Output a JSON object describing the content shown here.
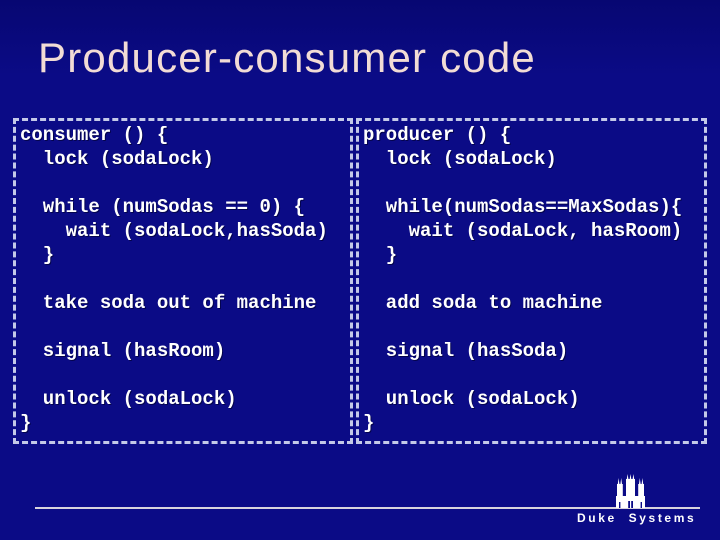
{
  "slide": {
    "title": "Producer-consumer code"
  },
  "colors": {
    "background": "#0b0b86",
    "title_text": "#f2dcd5",
    "code_text": "#ffffff",
    "box_border": "#c4c9e8",
    "footer_line": "#d8d3dc",
    "footer_text": "#ffffff"
  },
  "code_boxes": {
    "consumer": {
      "code": "consumer () {\n  lock (sodaLock)\n\n  while (numSodas == 0) {\n    wait (sodaLock,hasSoda)\n  }\n\n  take soda out of machine\n\n  signal (hasRoom)\n\n  unlock (sodaLock)\n}"
    },
    "producer": {
      "code": "producer () {\n  lock (sodaLock)\n\n  while(numSodas==MaxSodas){\n    wait (sodaLock, hasRoom)\n  }\n\n  add soda to machine\n\n  signal (hasSoda)\n\n  unlock (sodaLock)\n}"
    }
  },
  "footer": {
    "brand": "Duke Systems",
    "chapel_icon": "duke-chapel-icon"
  }
}
